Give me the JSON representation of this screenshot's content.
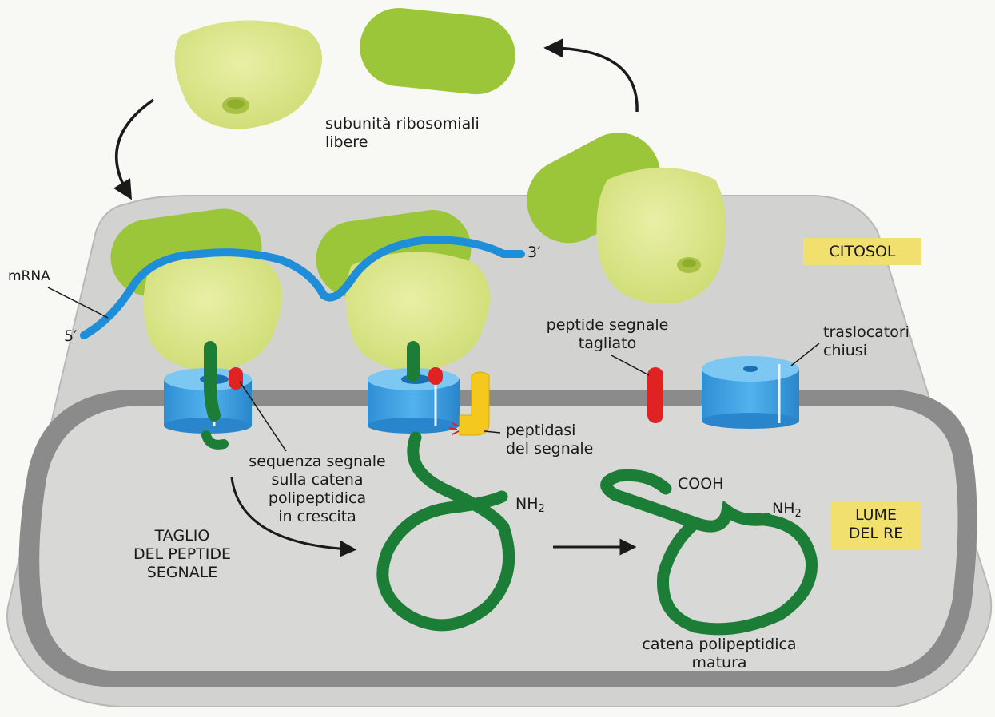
{
  "labels": {
    "free_subunits_line1": "subunità ribosomiali",
    "free_subunits_line2": "libere",
    "cytosol": "CITOSOL",
    "er_lumen_line1": "LUME",
    "er_lumen_line2": "DEL RE",
    "mrna": "mRNA",
    "five_prime": "5′",
    "three_prime": "3′",
    "signal_seq_line1": "sequenza segnale",
    "signal_seq_line2": "sulla catena",
    "signal_seq_line3": "polipeptidica",
    "signal_seq_line4": "in crescita",
    "cleavage_line1": "TAGLIO",
    "cleavage_line2": "DEL PEPTIDE",
    "cleavage_line3": "SEGNALE",
    "cleaved_peptide_line1": "peptide segnale",
    "cleaved_peptide_line2": "tagliato",
    "closed_translocators_line1": "traslocatori",
    "closed_translocators_line2": "chiusi",
    "signal_peptidase_line1": "peptidasi",
    "signal_peptidase_line2": "del segnale",
    "amino_terminus_1": "NH",
    "amino_terminus_2": "NH",
    "subscript_two": "2",
    "carboxyl_terminus": "COOH",
    "mature_chain_line1": "catena polipeptidica",
    "mature_chain_line2": "matura"
  },
  "colors": {
    "large_subunit": "#9cc63a",
    "small_subunit": "#dde78c",
    "mrna": "#1e8ed8",
    "translocator": "#3ea3e4",
    "polypeptide": "#1c7e36",
    "signal_peptide": "#e02222",
    "peptidase": "#f4c81c",
    "cytosol_surface": "#d5d6d4",
    "er_membrane": "#8c8d8c",
    "er_lumen": "#d9dad8",
    "label_box": "#f2e06e"
  }
}
